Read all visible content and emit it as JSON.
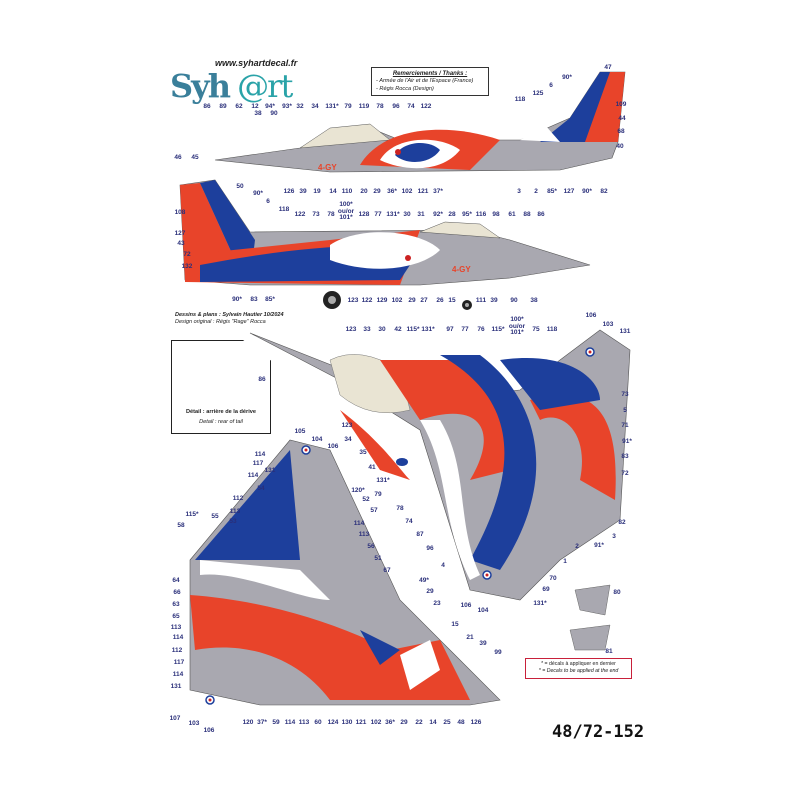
{
  "brand": {
    "logo_text_1": "Syh",
    "logo_text_2": " @rt",
    "url": "www.syhartdecal.fr"
  },
  "thanks": {
    "title": "Remerciements / Thanks :",
    "lines": [
      "- Armée de l'Air et de l'Espace (France)",
      "- Régis Rocca (Design)"
    ]
  },
  "credits": {
    "drawings": "Dessins & plans : Sylvain Hautier 10/2024",
    "design": "Design original : Régis \"Rage\" Rocca"
  },
  "detail": {
    "callout": "86",
    "title": "Détail : arrière de la dérive",
    "subtitle": "Detail : rear of tail"
  },
  "note": {
    "fr": "* = décals à appliquer en dernier",
    "en": "* = Decals to be applied at the end"
  },
  "reference": "48/72-152",
  "aircraft_code": "4-GY",
  "colors": {
    "blue": "#1d3f9c",
    "red": "#e8442a",
    "gray": "#a9a8b0",
    "callout": "#2a2f7a"
  },
  "callouts": {
    "side1_top": [
      "86",
      "89",
      "62",
      "12",
      "94*",
      "93*",
      "32",
      "34",
      "131*",
      "79",
      "119",
      "78",
      "96",
      "74",
      "122",
      "38",
      "90"
    ],
    "side1_tail": [
      "47",
      "90*",
      "6",
      "125",
      "118",
      "109",
      "44",
      "68",
      "40"
    ],
    "side1_bottom": [
      "126",
      "39",
      "19",
      "14",
      "110",
      "20",
      "29",
      "36*",
      "102",
      "121",
      "37*",
      "3",
      "2",
      "85*",
      "127",
      "90*",
      "82"
    ],
    "side2_tail": [
      "46",
      "45",
      "50",
      "90*",
      "6",
      "108",
      "118",
      "127",
      "43",
      "72",
      "132"
    ],
    "side2_top": [
      "122",
      "73",
      "78",
      "100* ou/or 101*",
      "128",
      "77",
      "131*",
      "30",
      "31",
      "92*",
      "28",
      "95*",
      "116",
      "98",
      "61",
      "88",
      "86"
    ],
    "side2_bottom": [
      "90*",
      "83",
      "85*",
      "123",
      "122",
      "129",
      "102",
      "29",
      "27",
      "26",
      "15",
      "111",
      "39",
      "90",
      "38"
    ],
    "top_view_top": [
      "123",
      "33",
      "30",
      "42",
      "115*",
      "131*",
      "97",
      "77",
      "76",
      "115*",
      "100* ou/or 101*",
      "75",
      "118",
      "106",
      "103",
      "131"
    ],
    "top_view_right": [
      "73",
      "5",
      "71",
      "91*",
      "83",
      "72",
      "82",
      "3",
      "91*",
      "2",
      "1",
      "70",
      "69",
      "131*"
    ],
    "top_view_center": [
      "123",
      "34",
      "35",
      "41",
      "131*",
      "79",
      "78",
      "74",
      "87",
      "96",
      "4"
    ],
    "bottom_view": [
      "131",
      "105",
      "104",
      "106",
      "114",
      "117",
      "114",
      "54",
      "112",
      "113",
      "53",
      "115*",
      "55",
      "58",
      "120*",
      "52",
      "57",
      "114",
      "113",
      "56",
      "51",
      "67",
      "49*",
      "29",
      "23",
      "15",
      "21",
      "39",
      "99",
      "106",
      "104"
    ],
    "bottom_view_left": [
      "64",
      "66",
      "63",
      "65",
      "113",
      "114",
      "112",
      "117",
      "114",
      "131",
      "107",
      "103",
      "106"
    ],
    "bottom_row": [
      "120",
      "37*",
      "59",
      "114",
      "113",
      "60",
      "124",
      "130",
      "121",
      "102",
      "36*",
      "29",
      "22",
      "14",
      "25",
      "48",
      "126"
    ],
    "pylons": [
      "80",
      "81"
    ]
  }
}
